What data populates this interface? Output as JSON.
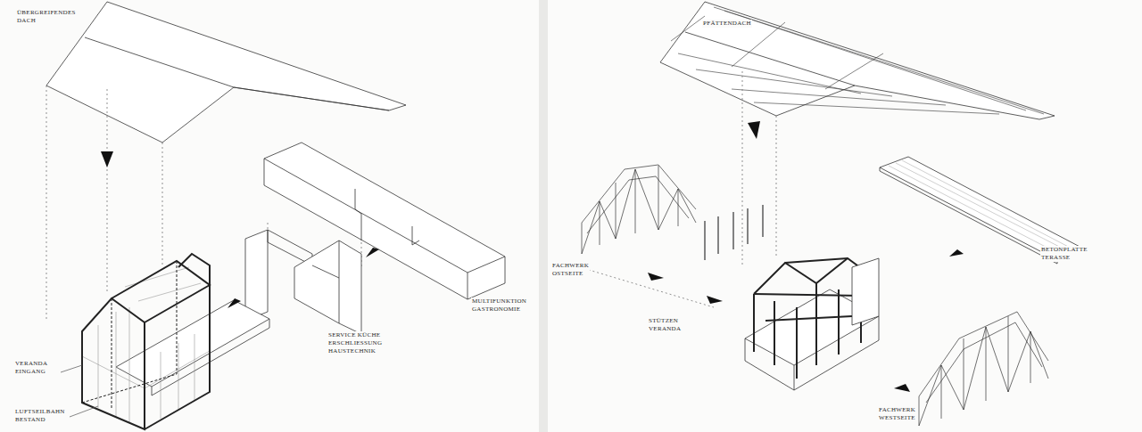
{
  "diagram": {
    "labels": [
      "ÜBERGREIFENDES DACH",
      "VERANDA EINGANG",
      "LUFTSEILBAHN BESTAND",
      "SERVICE KÜCHE ERSCHLIESSUNG HAUSTECHNIK",
      "MULTIFUNKTION GASTRONOMIE",
      "PFÄTTENDACH",
      "BETONPLATTE TERASSE",
      "FACHWERK OSTSEITE",
      "STÜTZEN VERANDA",
      "FACHWERK WESTSEITE"
    ]
  }
}
